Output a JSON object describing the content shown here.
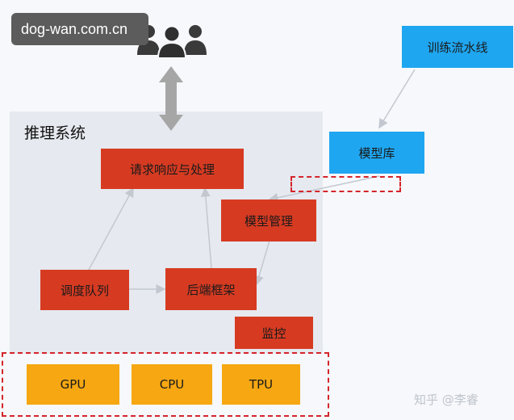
{
  "watermark": "dog-wan.com.cn",
  "system_title": "推理系统",
  "nodes": {
    "pipeline": "训练流水线",
    "model_repo": "模型库",
    "request": "请求响应与处理",
    "model_mgmt": "模型管理",
    "scheduler": "调度队列",
    "backend": "后端框架",
    "monitor": "监控",
    "gpu": "GPU",
    "cpu": "CPU",
    "tpu": "TPU"
  },
  "credit": "知乎 @李睿",
  "colors": {
    "module": "#d63b22",
    "external": "#1fa6f0",
    "hardware": "#f6a712",
    "highlight": "#d4252b",
    "panel": "#e6e9ef"
  },
  "icons": [
    "users-icon"
  ]
}
